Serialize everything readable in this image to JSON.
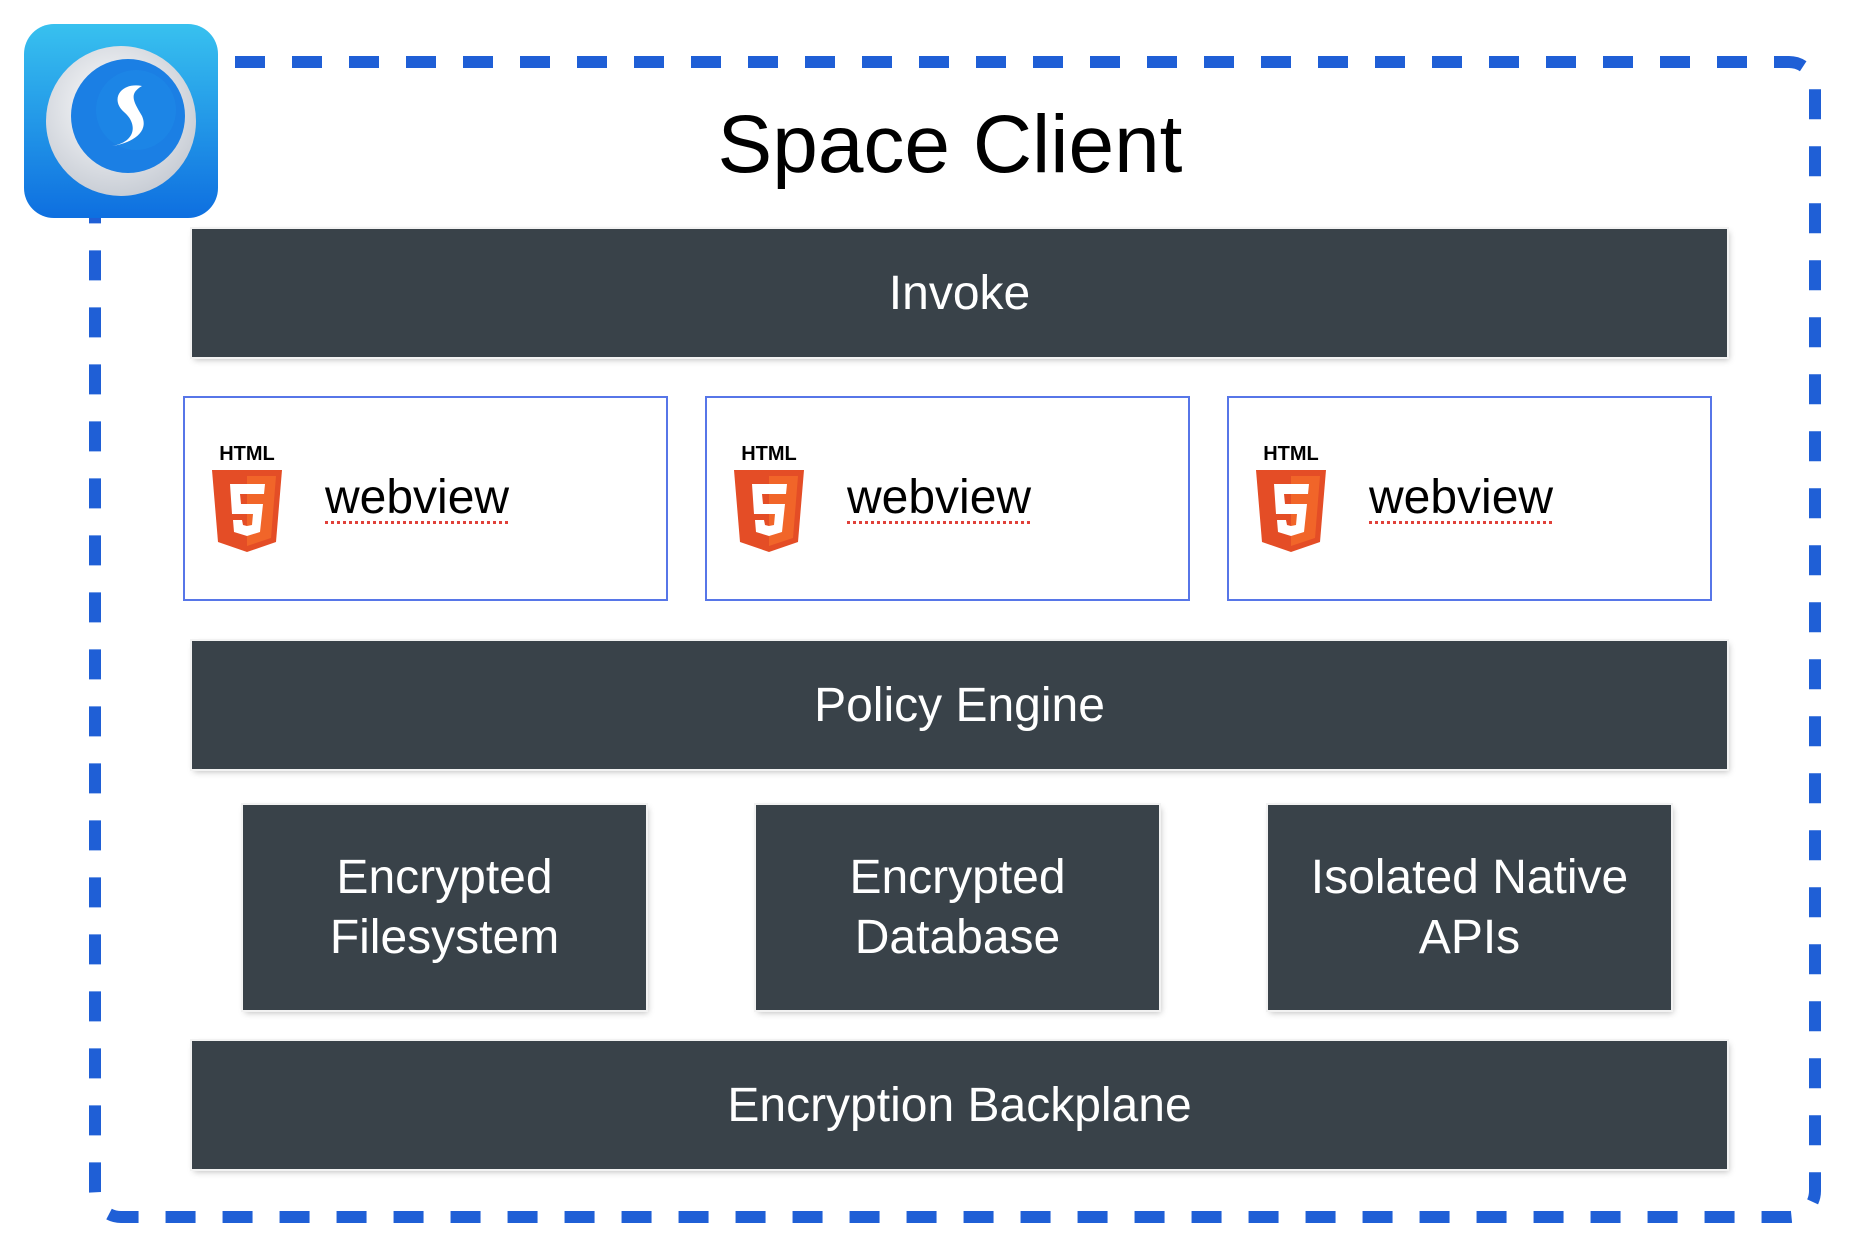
{
  "title": "Space Client",
  "layers": {
    "invoke": "Invoke",
    "policy_engine": "Policy Engine",
    "encryption_backplane": "Encryption Backplane"
  },
  "webviews": [
    {
      "badge_text": "HTML",
      "label": "webview"
    },
    {
      "badge_text": "HTML",
      "label": "webview"
    },
    {
      "badge_text": "HTML",
      "label": "webview"
    }
  ],
  "storage_tiles": [
    {
      "line1": "Encrypted",
      "line2": "Filesystem"
    },
    {
      "line1": "Encrypted",
      "line2": "Database"
    },
    {
      "line1": "Isolated Native",
      "line2": "APIs"
    }
  ],
  "colors": {
    "boundary": "#1f5fd6",
    "layer_fill": "#394249",
    "webview_border": "#5776e8",
    "html5_orange": "#e44d26",
    "html5_light": "#f16529",
    "app_icon_blue": "#1b8ae6"
  },
  "icons": {
    "app_icon": "space-client-app-icon",
    "html5": "html5-icon"
  }
}
